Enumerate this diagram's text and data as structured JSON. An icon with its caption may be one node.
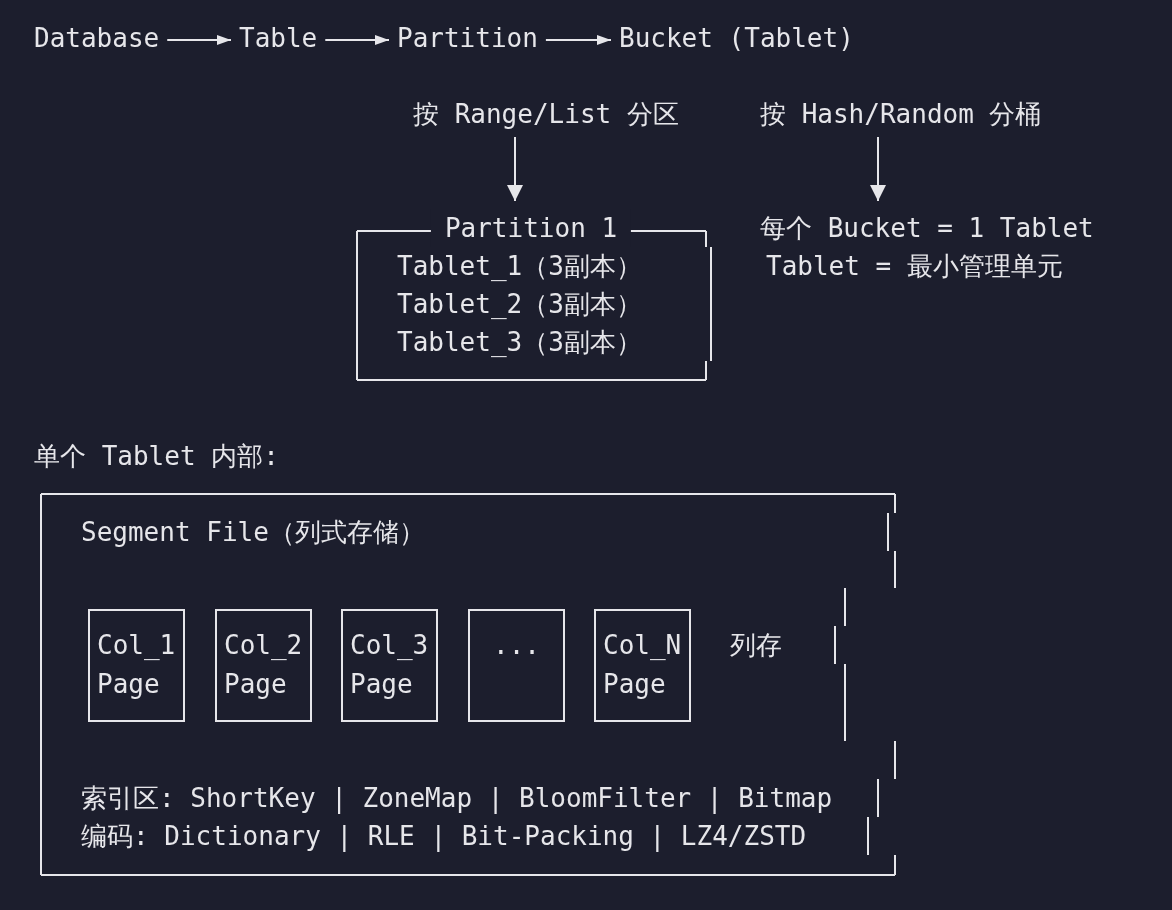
{
  "diagram": {
    "nodes": [
      {
        "text": [
          "Database"
        ]
      },
      {
        "text": [
          "Table"
        ]
      },
      {
        "text": [
          "Partition"
        ]
      },
      {
        "text": [
          "Bucket (Tablet)"
        ]
      },
      {
        "text": [
          "按 Range/List 分区"
        ]
      },
      {
        "text": [
          "按 Hash/Random 分桶"
        ]
      },
      {
        "text": [
          "Partition 1",
          "Tablet_1（3副本）",
          "Tablet_2（3副本）",
          "Tablet_3（3副本）"
        ]
      },
      {
        "text": [
          "每个 Bucket = 1 Tablet",
          "Tablet = 最小管理单元"
        ]
      },
      {
        "text": [
          "Segment File（列式存储）",
          "索引区: ShortKey | ZoneMap | BloomFilter | Bitmap",
          "编码: Dictionary | RLE | Bit-Packing | LZ4/ZSTD"
        ]
      },
      {
        "text": [
          "Col_1 Page"
        ],
        "in": 8
      },
      {
        "text": [
          "Col_2 Page"
        ],
        "in": 8
      },
      {
        "text": [
          "Col_3 Page"
        ],
        "in": 8
      },
      {
        "text": [
          "..."
        ],
        "in": 8
      },
      {
        "text": [
          "Col_N Page"
        ],
        "in": 8
      }
    ],
    "edges": [
      {
        "from": 0,
        "to": 1,
        "arrow": "to"
      },
      {
        "from": 1,
        "to": 2,
        "arrow": "to"
      },
      {
        "from": 2,
        "to": 3,
        "arrow": "to"
      },
      {
        "from": 4,
        "to": 6,
        "arrow": "to"
      },
      {
        "from": 5,
        "to": 7,
        "arrow": "to"
      }
    ],
    "labels": [
      "单个 Tablet 内部:",
      "列存"
    ]
  }
}
